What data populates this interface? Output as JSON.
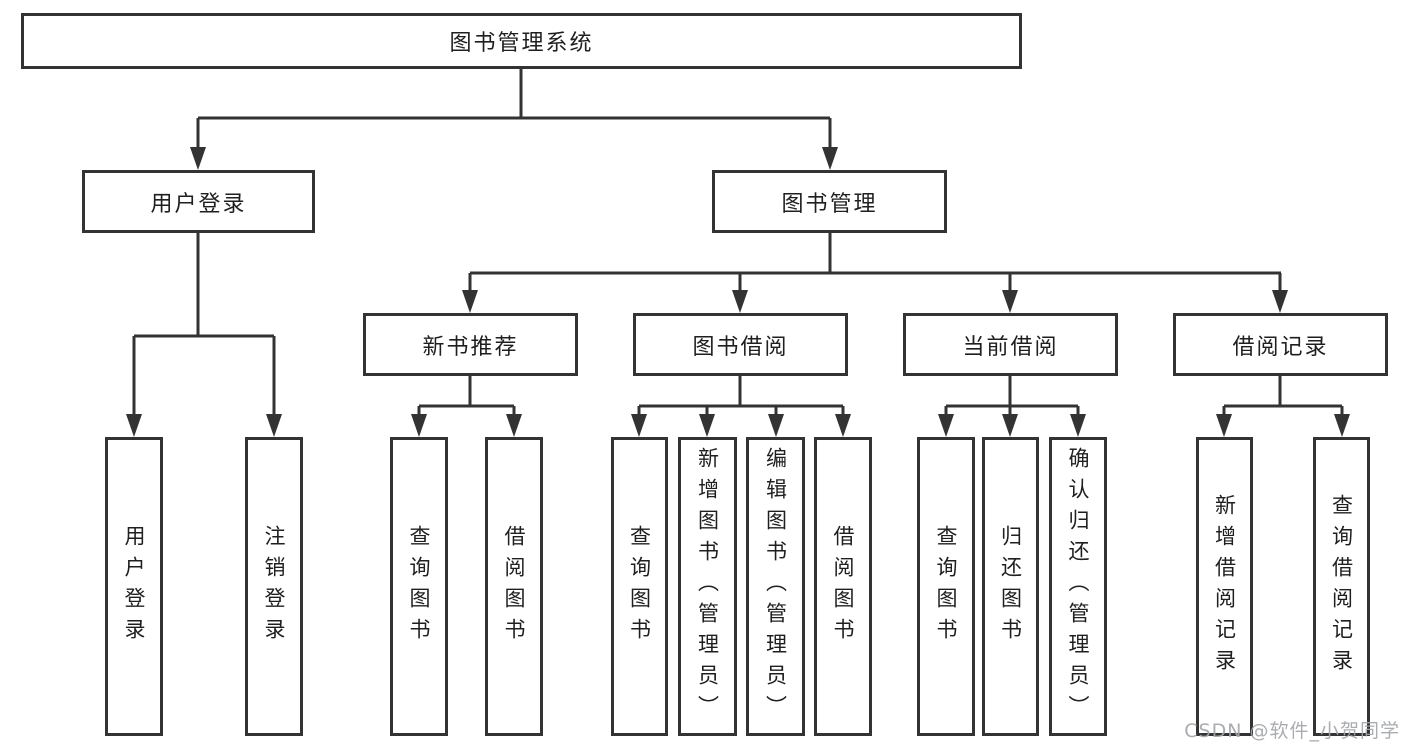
{
  "diagram": {
    "root": "图书管理系统",
    "level2": {
      "user_login": "用户登录",
      "book_management": "图书管理"
    },
    "level3": {
      "new_book_recommend": "新书推荐",
      "book_borrowing": "图书借阅",
      "current_borrowing": "当前借阅",
      "borrowing_records": "借阅记录"
    },
    "leaves": {
      "user_login_children": [
        "用户登录",
        "注销登录"
      ],
      "new_book_recommend_children": [
        "查询图书",
        "借阅图书"
      ],
      "book_borrowing_children": [
        "查询图书",
        "新增图书（管理员）",
        "编辑图书（管理员）",
        "借阅图书"
      ],
      "current_borrowing_children": [
        "查询图书",
        "归还图书",
        "确认归还（管理员）"
      ],
      "borrowing_records_children": [
        "新增借阅记录",
        "查询借阅记录"
      ]
    }
  },
  "watermark": {
    "text": "CSDN @软件_小贺同学"
  },
  "colors": {
    "line": "#333333",
    "background": "#ffffff",
    "text": "#1f1f1f",
    "watermark": "#a3a6ab"
  }
}
